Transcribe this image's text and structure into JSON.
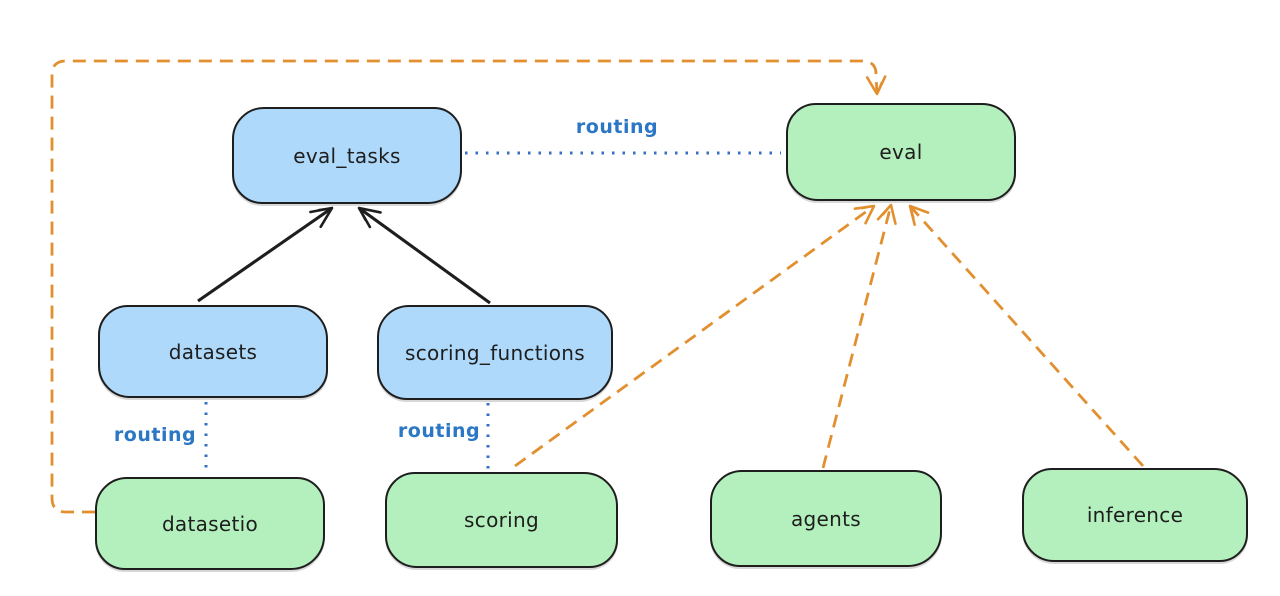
{
  "nodes": {
    "eval_tasks": {
      "label": "eval_tasks",
      "kind": "registry",
      "fill": "#aed9fa"
    },
    "eval": {
      "label": "eval",
      "kind": "api",
      "fill": "#b4f0bd"
    },
    "datasets": {
      "label": "datasets",
      "kind": "registry",
      "fill": "#aed9fa"
    },
    "scoring_functions": {
      "label": "scoring_functions",
      "kind": "registry",
      "fill": "#aed9fa"
    },
    "datasetio": {
      "label": "datasetio",
      "kind": "api",
      "fill": "#b4f0bd"
    },
    "scoring": {
      "label": "scoring",
      "kind": "api",
      "fill": "#b4f0bd"
    },
    "agents": {
      "label": "agents",
      "kind": "api",
      "fill": "#b4f0bd"
    },
    "inference": {
      "label": "inference",
      "kind": "api",
      "fill": "#b4f0bd"
    }
  },
  "edge_labels": {
    "eval_tasks_eval": "routing",
    "datasets_datasetio": "routing",
    "scoring_functions_scoring": "routing"
  },
  "edges": [
    {
      "from": "datasets",
      "to": "eval_tasks",
      "style": "solid-arrow",
      "color": "#1e1e1e"
    },
    {
      "from": "scoring_functions",
      "to": "eval_tasks",
      "style": "solid-arrow",
      "color": "#1e1e1e"
    },
    {
      "from": "eval_tasks",
      "to": "eval",
      "style": "dotted",
      "color": "#3570c4",
      "label": "routing"
    },
    {
      "from": "datasets",
      "to": "datasetio",
      "style": "dotted",
      "color": "#3570c4",
      "label": "routing"
    },
    {
      "from": "scoring_functions",
      "to": "scoring",
      "style": "dotted",
      "color": "#3570c4",
      "label": "routing"
    },
    {
      "from": "datasetio",
      "to": "eval",
      "style": "dashed-arrow",
      "color": "#e2902f"
    },
    {
      "from": "scoring",
      "to": "eval",
      "style": "dashed-arrow",
      "color": "#e2902f"
    },
    {
      "from": "agents",
      "to": "eval",
      "style": "dashed-arrow",
      "color": "#e2902f"
    },
    {
      "from": "inference",
      "to": "eval",
      "style": "dashed-arrow",
      "color": "#e2902f"
    }
  ],
  "colors": {
    "background": "#ffffff",
    "registry_fill": "#aed9fa",
    "api_fill": "#b4f0bd",
    "stroke": "#1e1e1e",
    "routing_blue": "#2b76c5",
    "orange": "#e2902f"
  }
}
